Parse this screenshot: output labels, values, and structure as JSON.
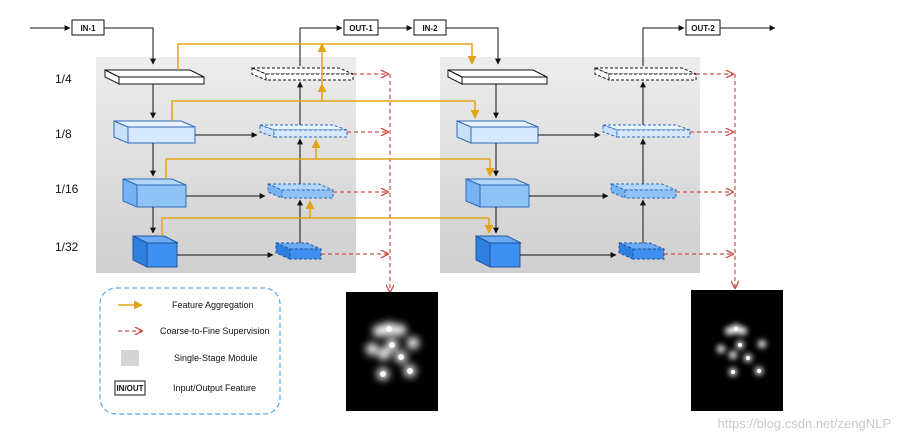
{
  "io": {
    "in1": "IN-1",
    "out1": "OUT-1",
    "in2": "IN-2",
    "out2": "OUT-2"
  },
  "scales": [
    "1/4",
    "1/8",
    "1/16",
    "1/32"
  ],
  "legend": {
    "feature_aggregation": "Feature Aggregation",
    "supervision": "Coarse-to-Fine Supervision",
    "module": "Single-Stage Module",
    "io_badge": "IN/OUT",
    "io_feature": "Input/Output Feature"
  },
  "watermark": "https://blog.csdn.net/zengNLP",
  "colors": {
    "aggregation": "#e0a416",
    "supervision": "#c9524a",
    "module_bg": "#d9d9d9",
    "level_1_4": "#ffffff",
    "level_1_8": "#d6e8ff",
    "level_1_16": "#8fc3f8",
    "level_1_32": "#3d8ff0",
    "legend_border": "#5aa8e8"
  }
}
